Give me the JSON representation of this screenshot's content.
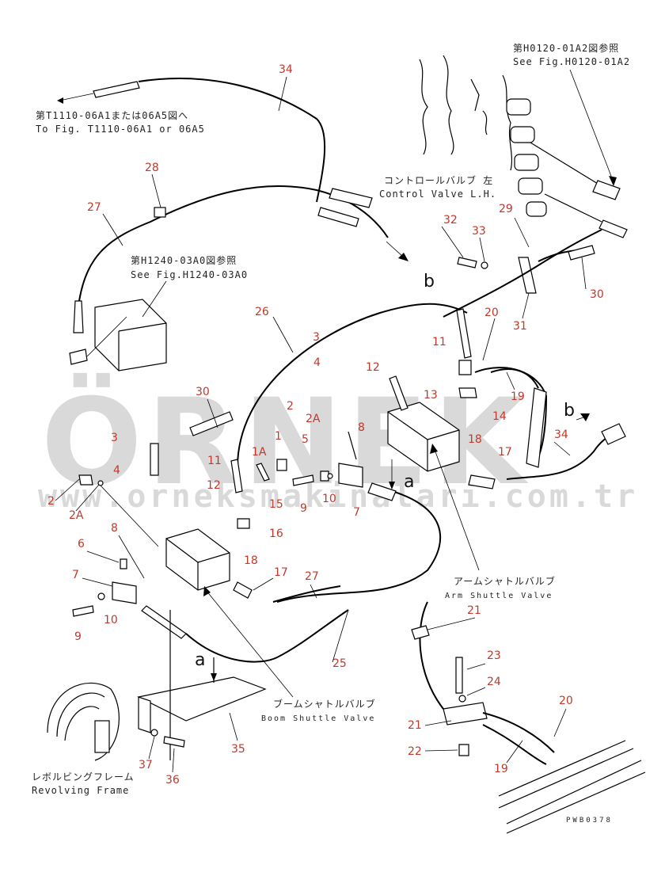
{
  "watermark": {
    "text": "ÖRNEK",
    "url": "www.orneksmakinalari.com.tr"
  },
  "notes": {
    "ref_t1110_jp": "第T1110-06A1または06A5図へ",
    "ref_t1110_en": "To Fig. T1110-06A1 or 06A5",
    "ref_h0120_jp": "第H0120-01A2図参照",
    "ref_h0120_en": "See Fig.H0120-01A2",
    "ref_h1240_jp": "第H1240-03A0図参照",
    "ref_h1240_en": "See Fig.H1240-03A0",
    "control_valve_jp": "コントロールバルブ 左",
    "control_valve_en": "Control Valve L.H.",
    "arm_shuttle_jp": "アームシャトルバルブ",
    "arm_shuttle_en": "Arm Shuttle Valve",
    "boom_shuttle_jp": "ブームシャトルバルブ",
    "boom_shuttle_en": "Boom Shuttle Valve",
    "revolving_jp": "レボルビングフレーム",
    "revolving_en": "Revolving Frame",
    "drawing_code": "PWB0378"
  },
  "letters": {
    "b_top": "b",
    "b_right": "b",
    "a_mid": "a",
    "a_low": "a"
  },
  "callouts": {
    "c34_top": "34",
    "c28": "28",
    "c27_top": "27",
    "c26": "26",
    "c3_top": "3",
    "c4_top": "4",
    "c12_top": "12",
    "c11_top": "11",
    "c32": "32",
    "c33": "33",
    "c29": "29",
    "c30_right": "30",
    "c31": "31",
    "c20_top": "20",
    "c19_top": "19",
    "c13": "13",
    "c14": "14",
    "c18_top": "18",
    "c17_right": "17",
    "c34_right": "34",
    "c2_mid": "2",
    "c2a_mid": "2A",
    "c5": "5",
    "c8_mid": "8",
    "c1": "1",
    "c1a": "1A",
    "c9_mid": "9",
    "c10_mid": "10",
    "c7_mid": "7",
    "c30_left": "30",
    "c3_left": "3",
    "c4_left": "4",
    "c11_left": "11",
    "c12_left": "12",
    "c2_left": "2",
    "c2a_left": "2A",
    "c15": "15",
    "c16": "16",
    "c18_left": "18",
    "c8_left": "8",
    "c6": "6",
    "c7_left": "7",
    "c9_left": "9",
    "c10_left": "10",
    "c27_mid": "27",
    "c17_mid": "17",
    "c25": "25",
    "c21_top": "21",
    "c23": "23",
    "c24": "24",
    "c20_low": "20",
    "c21_low": "21",
    "c22": "22",
    "c19_low": "19",
    "c35": "35",
    "c37": "37",
    "c36": "36"
  }
}
